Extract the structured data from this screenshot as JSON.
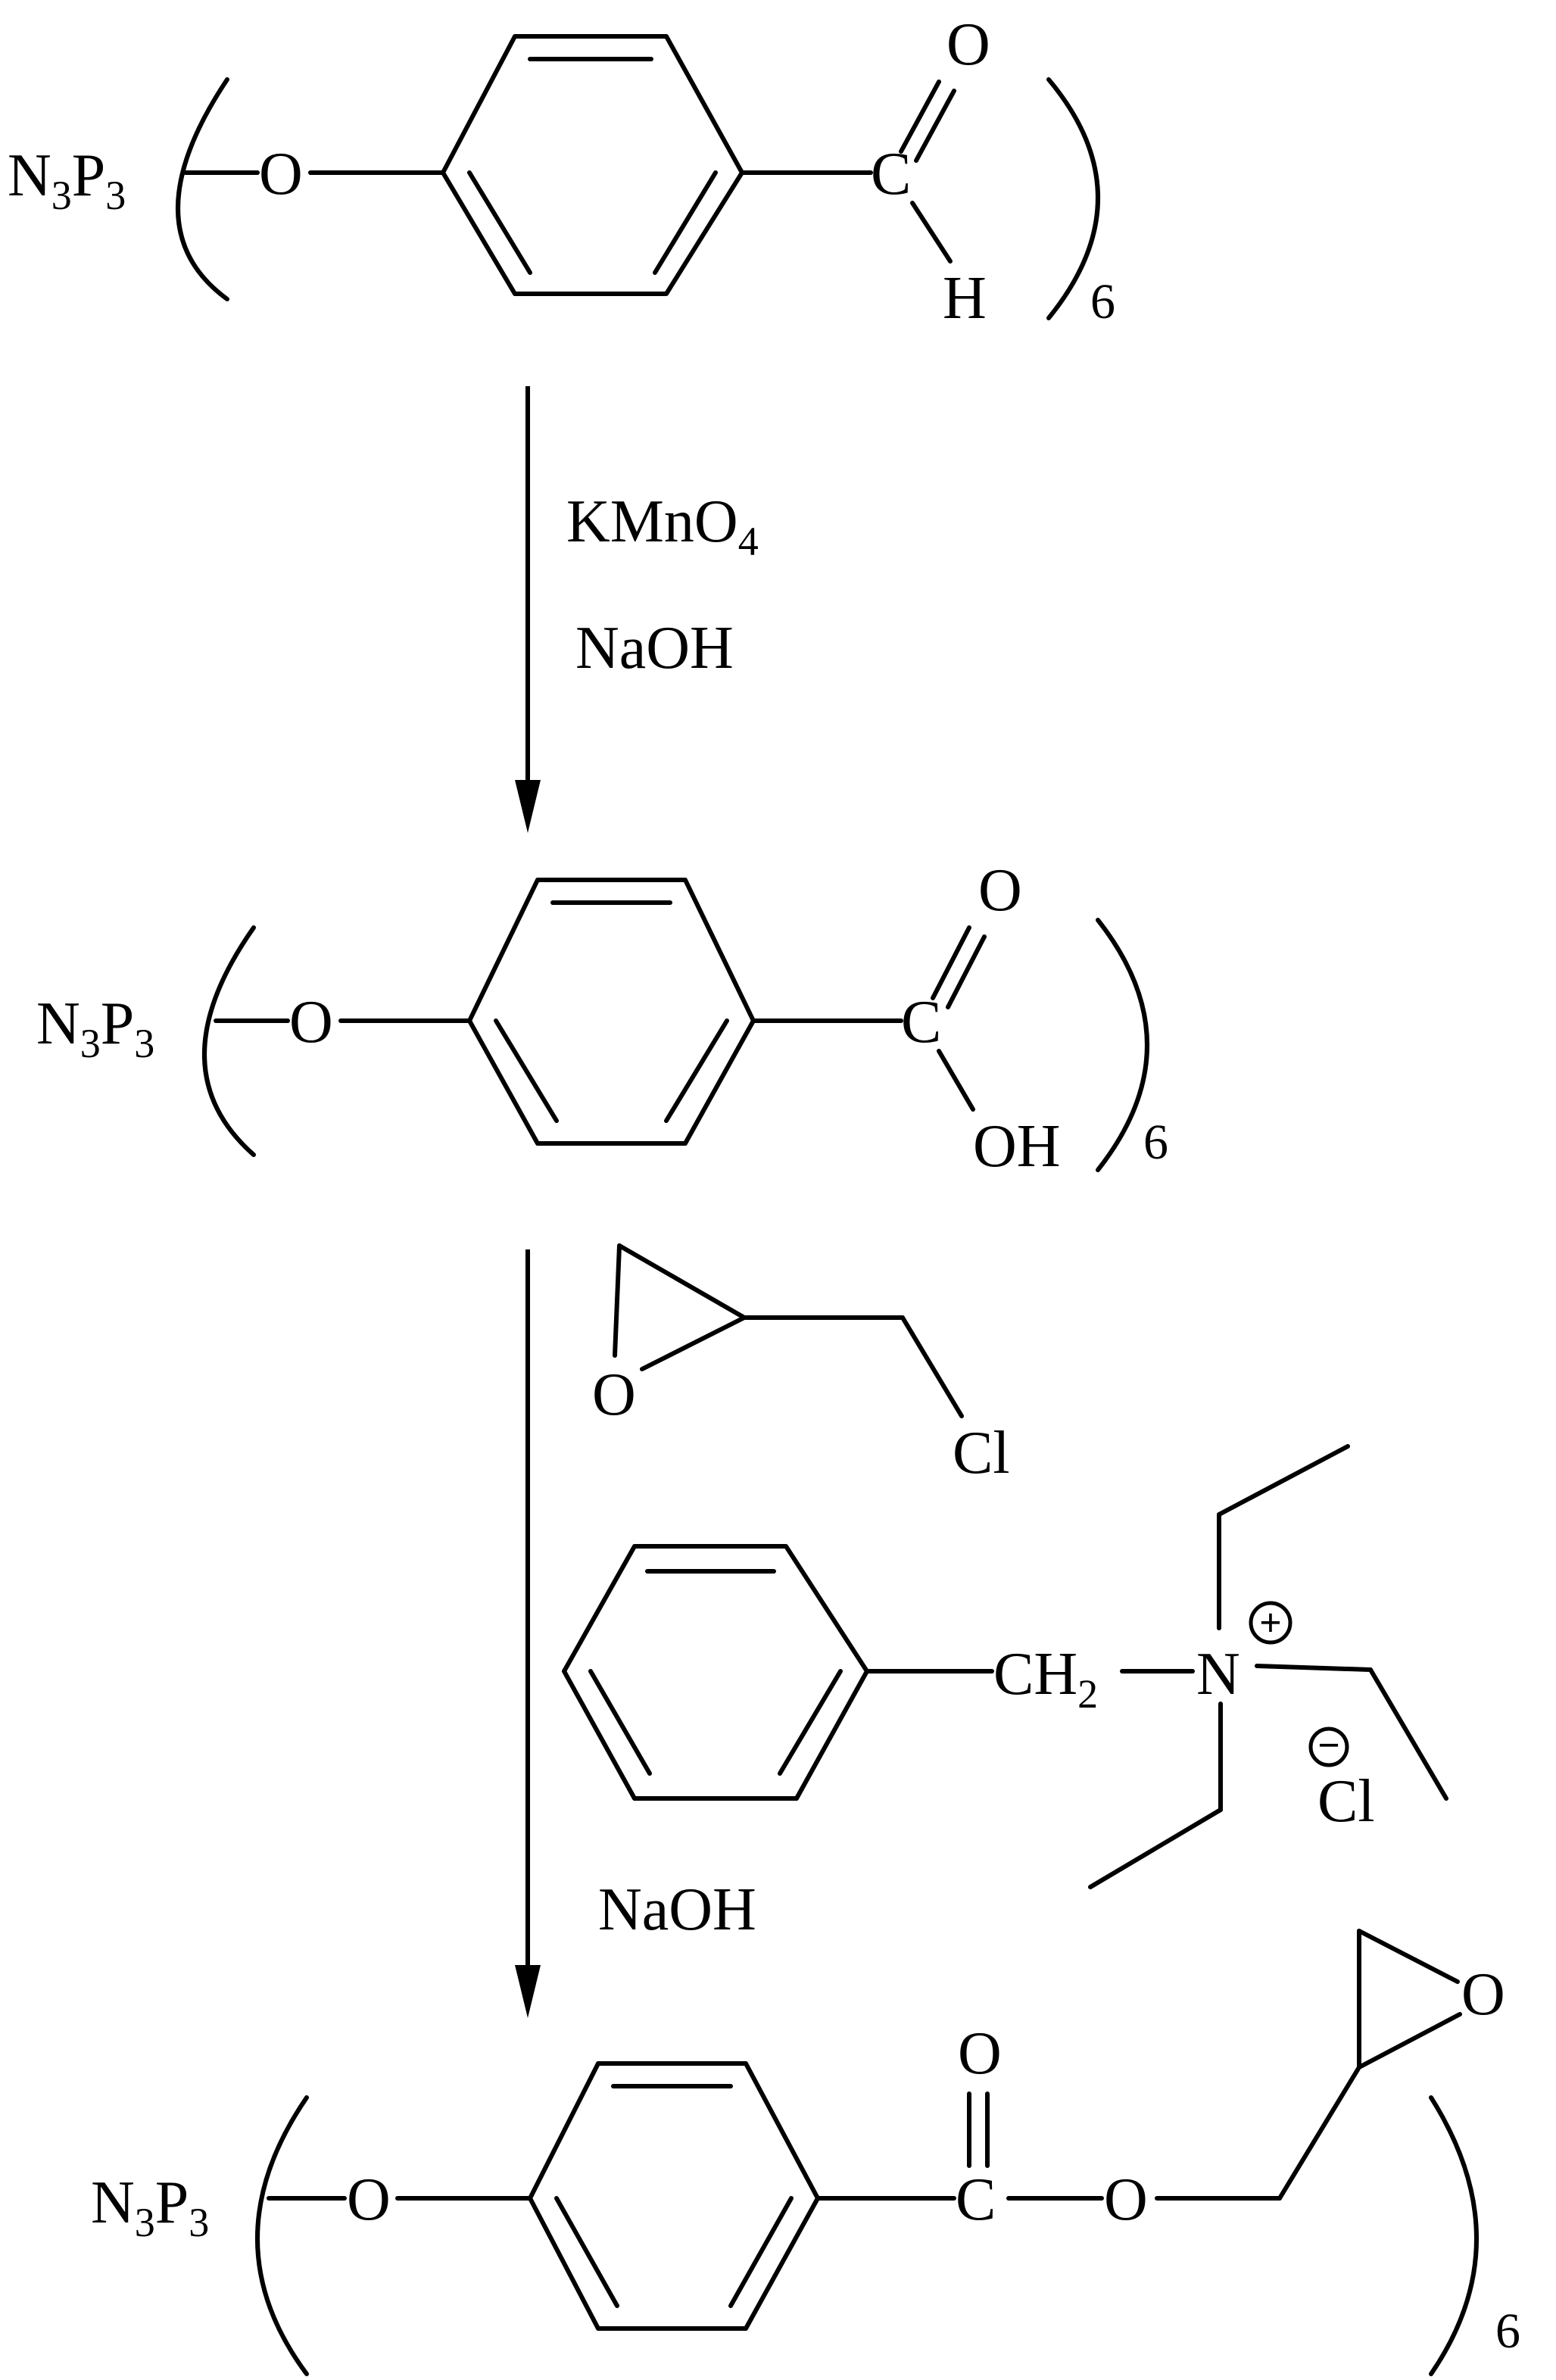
{
  "structure_1": {
    "core": "N3P3",
    "core_parts": {
      "n": "N",
      "n_sub": "3",
      "p": "P",
      "p_sub": "3"
    },
    "o_link": "O",
    "carbonyl_c": "C",
    "carbonyl_o": "O",
    "h": "H",
    "multiplier": "6"
  },
  "step_1": {
    "reagent_1": "KMnO4",
    "reagent_1_parts": {
      "main": "KMnO",
      "sub": "4"
    },
    "reagent_2": "NaOH"
  },
  "structure_2": {
    "core": "N3P3",
    "core_parts": {
      "n": "N",
      "n_sub": "3",
      "p": "P",
      "p_sub": "3"
    },
    "o_link": "O",
    "carbonyl_c": "C",
    "carbonyl_o": "O",
    "oh": "OH",
    "multiplier": "6"
  },
  "step_2": {
    "epichlorohydrin": {
      "o": "O",
      "cl": "Cl"
    },
    "catalyst": {
      "ch2": "CH2",
      "ch2_parts": {
        "main": "CH",
        "sub": "2"
      },
      "n": "N",
      "plus_sign": "+",
      "minus_sign": "−",
      "cl": "Cl"
    },
    "reagent": "NaOH"
  },
  "structure_3": {
    "core": "N3P3",
    "core_parts": {
      "n": "N",
      "n_sub": "3",
      "p": "P",
      "p_sub": "3"
    },
    "o_link": "O",
    "carbonyl_c": "C",
    "carbonyl_o": "O",
    "ester_o": "O",
    "epoxide_o": "O",
    "multiplier": "6"
  }
}
